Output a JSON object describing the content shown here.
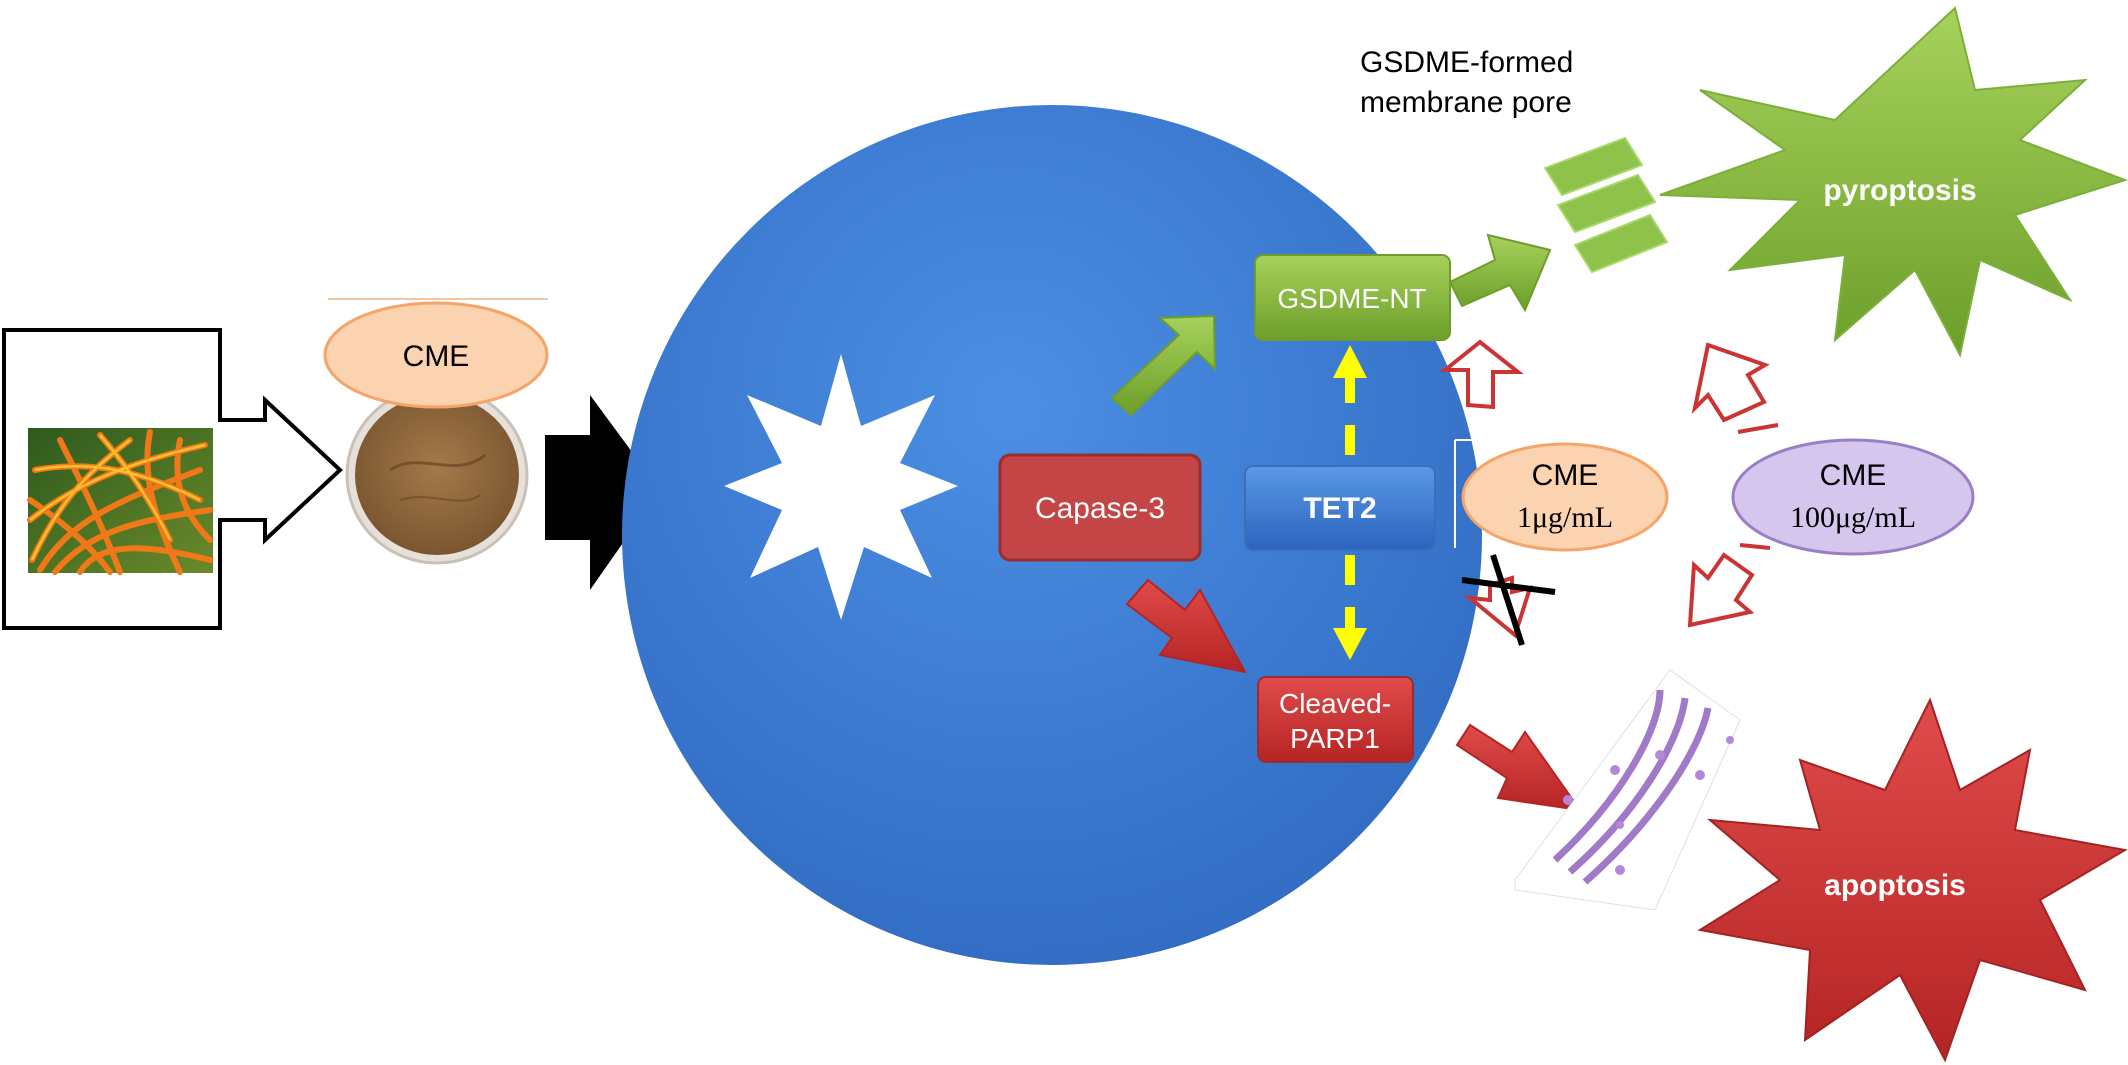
{
  "source": {
    "powder_label": "CME"
  },
  "nodes": {
    "caspase": "Capase-3",
    "tet2": "TET2",
    "gsdme_nt": "GSDME-NT",
    "parp1_line1": "Cleaved-",
    "parp1_line2": "PARP1",
    "pore_line1": "GSDME-formed",
    "pore_line2": "membrane pore",
    "cme_low_line1": "CME",
    "cme_low_line2": "1μg/mL",
    "cme_high_line1": "CME",
    "cme_high_line2": "100μg/mL",
    "pyroptosis": "pyroptosis",
    "apoptosis": "apoptosis"
  },
  "colors": {
    "cell": "#3f7fd6",
    "green": "#8cbf3f",
    "red": "#cc3333",
    "tet2_blue": "#3a78d0",
    "yellow": "#ffff00",
    "cme_orange": "#fbd3b0",
    "cme_purple": "#d4c6ec"
  }
}
